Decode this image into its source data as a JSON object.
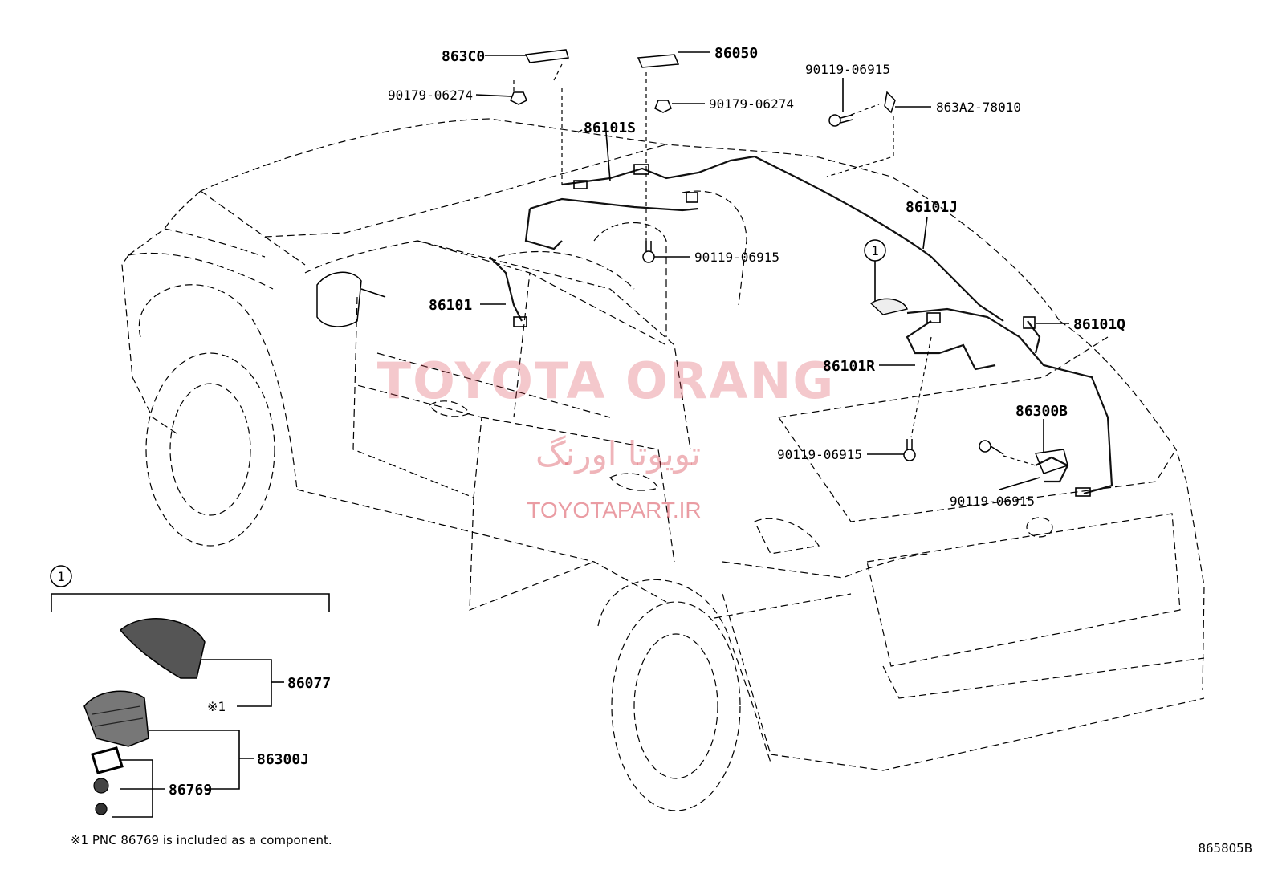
{
  "watermark": {
    "title": "TOYOTA ORANG",
    "script": "تویوتا اورنگ",
    "url": "TOYOTAPART.IR"
  },
  "callouts": {
    "p863C0": "863C0",
    "p86050": "86050",
    "p90119_top": "90119-06915",
    "p90179_left": "90179-06274",
    "p90179_right": "90179-06274",
    "p863A2": "863A2-78010",
    "p86101S": "86101S",
    "p86101J": "86101J",
    "p90119_mid": "90119-06915",
    "p86101": "86101",
    "p86101Q": "86101Q",
    "p86101R": "86101R",
    "p86300B": "86300B",
    "p90119_lowleft": "90119-06915",
    "p90119_lowright": "90119-06915",
    "circle_marker": "1"
  },
  "detail": {
    "marker": "1",
    "p86077": "86077",
    "note_ref": "※1",
    "p86300J": "86300J",
    "p86769": "86769"
  },
  "footnote": "※1 PNC 86769 is included as a component.",
  "diagram_code": "865805B"
}
